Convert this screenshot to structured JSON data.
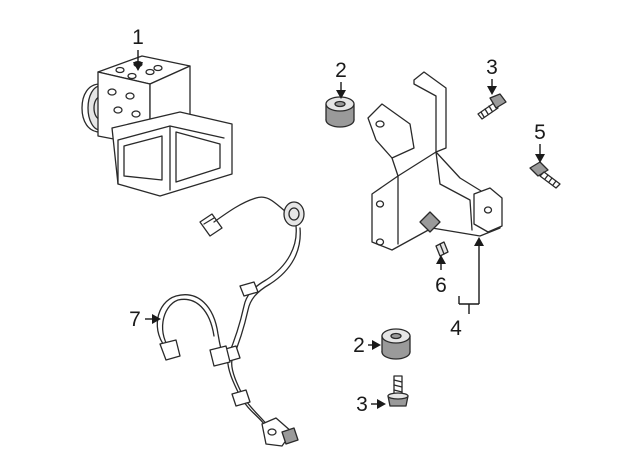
{
  "callouts": {
    "c1": "1",
    "c2_top": "2",
    "c3_top": "3",
    "c5": "5",
    "c6": "6",
    "c4": "4",
    "c7": "7",
    "c2_bottom": "2",
    "c3_bottom": "3"
  }
}
